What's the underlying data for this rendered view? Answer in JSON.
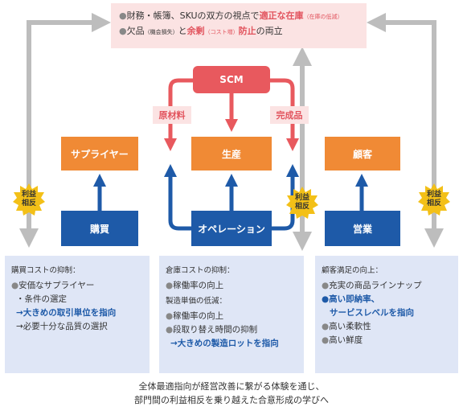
{
  "top_box": {
    "line1_pre": "財務・帳簿、SKUの双方の視点で",
    "line1_hl": "適正な在庫",
    "line1_note": "（在庫の低減）",
    "line2_pre": "欠品",
    "line2_note1": "（機会損失）",
    "line2_mid": "と",
    "line2_hl1": "余剰",
    "line2_note2": "（コスト増）",
    "line2_hl2": "防止",
    "line2_post": "の両立"
  },
  "scm": "SCM",
  "tags": {
    "raw_material": "原材料",
    "finished_goods": "完成品"
  },
  "orange_boxes": {
    "supplier": "サプライヤー",
    "production": "生産",
    "customer": "顧客"
  },
  "blue_boxes": {
    "purchasing": "購買",
    "operation": "オペレーション",
    "sales": "営業"
  },
  "badge": {
    "line1": "利益",
    "line2": "相反"
  },
  "bullet_char": "●",
  "panels": {
    "left": {
      "heading": "購買コストの抑制：",
      "item1": "安価なサプライヤー",
      "item2": "・条件の選定",
      "item3": "→大きめの取引単位を指向",
      "item4": "→必要十分な品質の選択"
    },
    "middle": {
      "heading1": "倉庫コストの抑制：",
      "item1": "稼働率の向上",
      "heading2": "製造単価の低減：",
      "item2": "稼働率の向上",
      "item3": "段取り替え時間の抑制",
      "item4": "→大きめの製造ロットを指向"
    },
    "right": {
      "heading": "顧客満足の向上：",
      "item1": "充実の商品ラインナップ",
      "item2a": "高い即納率、",
      "item2b": "サービスレベルを指向",
      "item3": "高い柔軟性",
      "item4": "高い鮮度"
    }
  },
  "footer": {
    "line1": "全体最適指向が経営改善に繋がる体験を通じ、",
    "line2": "部門間の利益相反を乗り越えた合意形成の学びへ"
  },
  "colors": {
    "orange": "#f08a35",
    "blue": "#1e5aa8",
    "red": "#e8595e",
    "pink": "#fbe3e3",
    "panel": "#dfe6f6",
    "gray": "#bfbfbf",
    "badge_yellow": "#f3c018"
  }
}
